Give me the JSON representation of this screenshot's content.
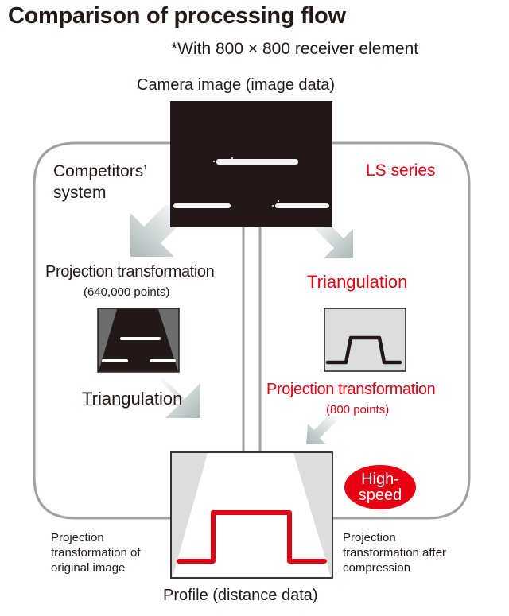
{
  "title": "Comparison of processing flow",
  "subtitle": "*With 800 × 800 receiver element",
  "camera": {
    "label": "Camera image (image data)"
  },
  "competitors": {
    "heading_line1": "Competitors’",
    "heading_line2": "system",
    "step1_label": "Projection transformation",
    "step1_sub": "(640,000 points)",
    "step2_label": "Triangulation",
    "note_line1": "Projection",
    "note_line2": "transformation of",
    "note_line3": "original image"
  },
  "ls_series": {
    "heading": "LS series",
    "step1_label": "Triangulation",
    "step2_label": "Projection transformation",
    "step2_sub": "(800 points)",
    "badge_line1": "High-",
    "badge_line2": "speed",
    "note_line1": "Projection",
    "note_line2": "transformation after",
    "note_line3": "compression"
  },
  "profile": {
    "label": "Profile (distance data)"
  },
  "colors": {
    "accent_red": "#e60012",
    "frame_gray": "#9fa0a0",
    "image_dark": "#231815"
  }
}
